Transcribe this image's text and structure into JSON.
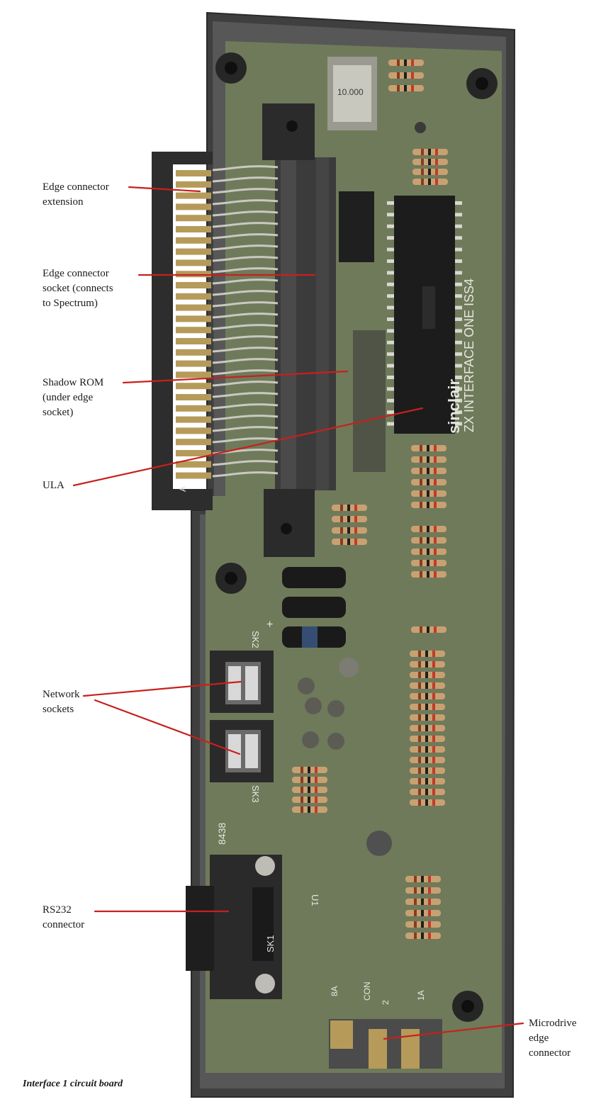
{
  "caption": "Interface 1 circuit board",
  "colors": {
    "pcb_green": "#6f7a5a",
    "case_grey": "#4a4a4a",
    "leader_red": "#c8201c",
    "chip_black": "#1c1c1c",
    "gold_contact": "#b59a5a"
  },
  "labels": {
    "edge_connector_extension": [
      "Edge connector",
      "extension"
    ],
    "edge_connector_socket": [
      "Edge connector",
      "socket (connects",
      "to Spectrum)"
    ],
    "shadow_rom": [
      "Shadow ROM",
      "(under edge",
      "socket)"
    ],
    "ula": [
      "ULA"
    ],
    "network_sockets": [
      "Network",
      "sockets"
    ],
    "rs232_connector": [
      "RS232",
      "connector"
    ],
    "microdrive_edge_connector": [
      "Microdrive",
      "edge",
      "connector"
    ]
  },
  "board_markings": {
    "chip_text": "ZX INTERFACE ONE ISS4",
    "brand": "sinclair",
    "crystal": "10.000",
    "board_code": "8438",
    "sk1": "SK1",
    "sk2": "SK2",
    "sk3": "SK3",
    "ul": "U1",
    "con": "CON",
    "con2": "2",
    "pin_a": "A",
    "pin_8a": "8A",
    "pin_1a": "1A",
    "plus": "+"
  }
}
